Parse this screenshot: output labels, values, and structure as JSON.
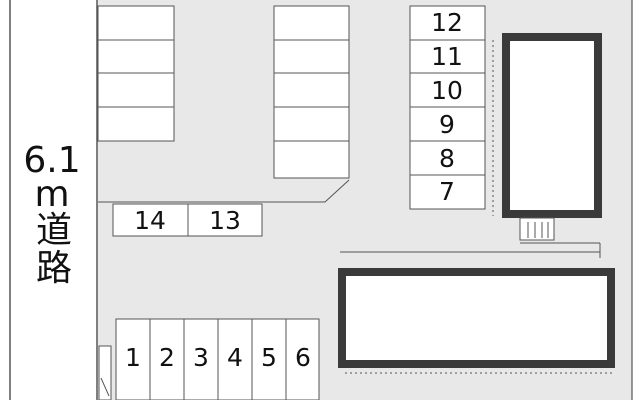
{
  "road": {
    "width": "6.1",
    "unit": "m",
    "char1": "道",
    "char2": "路"
  },
  "spaces": {
    "s1": "1",
    "s2": "2",
    "s3": "3",
    "s4": "4",
    "s5": "5",
    "s6": "6",
    "s7": "7",
    "s8": "8",
    "s9": "9",
    "s10": "10",
    "s11": "11",
    "s12": "12",
    "s13": "13",
    "s14": "14"
  },
  "colors": {
    "lot": "#e8e8e8",
    "building_fill": "#ffffff",
    "building_border": "#3a3a3a",
    "line": "#444444"
  }
}
